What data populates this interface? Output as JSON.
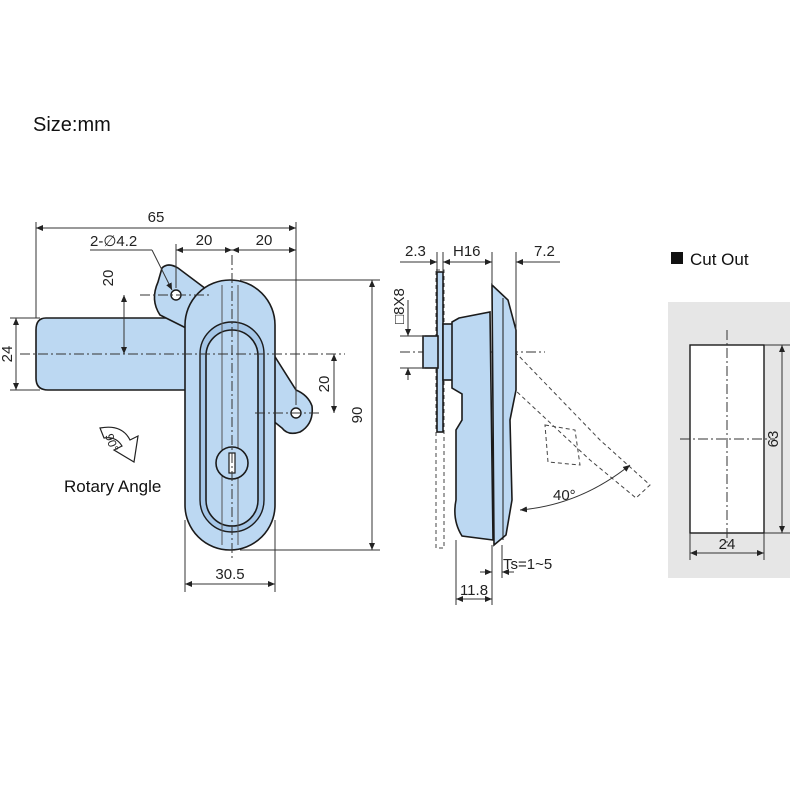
{
  "header": {
    "size_label": "Size:mm"
  },
  "front_view": {
    "dim_overall_width": "65",
    "dim_hole_spec": "2-∅4.2",
    "dim_offset_a": "20",
    "dim_offset_b": "20",
    "dim_vertical_upper": "20",
    "dim_vertical_lower": "20",
    "dim_handle_width": "24",
    "dim_body_height": "90",
    "dim_body_width": "30.5",
    "rotation_angle": "90°",
    "rotary_label": "Rotary Angle"
  },
  "side_view": {
    "dim_plate": "2.3",
    "dim_height": "H16",
    "dim_right": "7.2",
    "dim_square": "□8X8",
    "dim_ts": "Ts=1~5",
    "dim_depth": "11.8",
    "open_angle": "40°"
  },
  "cutout": {
    "legend_label": "Cut Out",
    "height": "63",
    "width": "24"
  },
  "colors": {
    "part_fill": "#bcd8f2",
    "panel_bg": "#e6e6e6"
  }
}
